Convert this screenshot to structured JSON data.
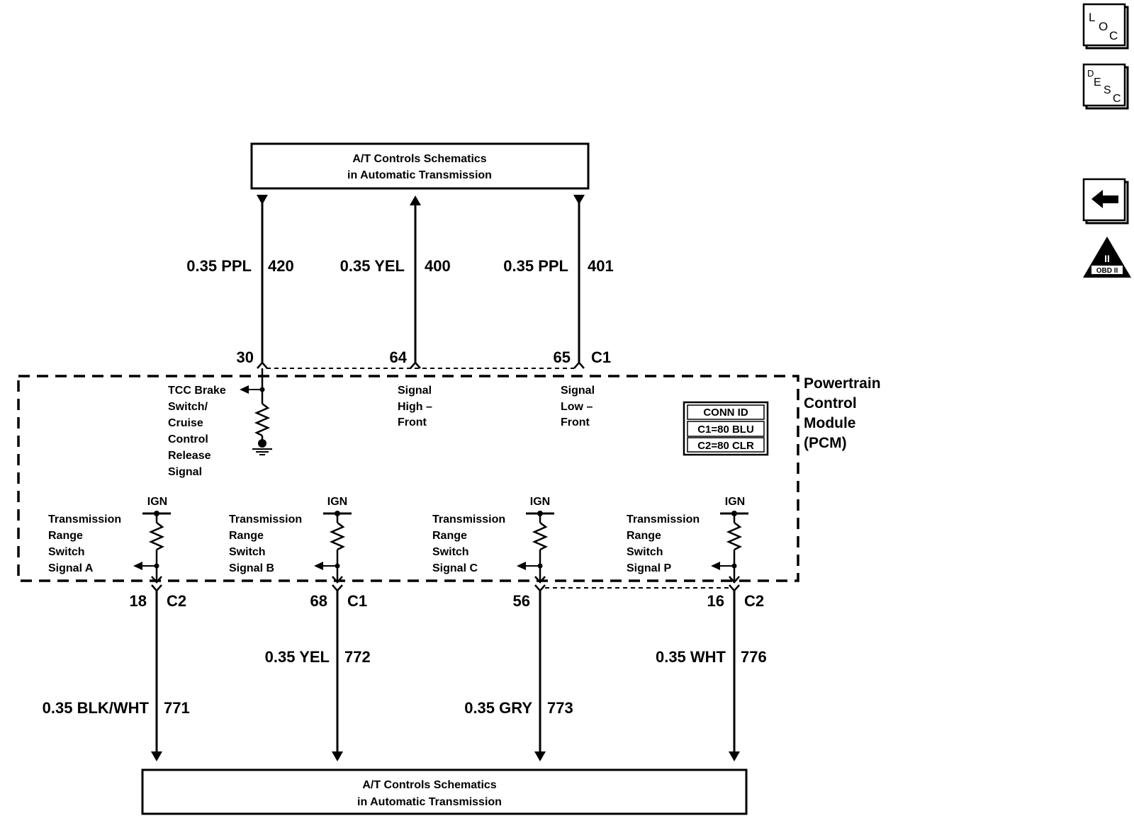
{
  "top_box": {
    "line1": "A/T Controls Schematics",
    "line2": "in Automatic Transmission"
  },
  "bottom_box": {
    "line1": "A/T Controls Schematics",
    "line2": "in Automatic Transmission"
  },
  "pcm": {
    "line1": "Powertrain",
    "line2": "Control",
    "line3": "Module",
    "line4": "(PCM)"
  },
  "conn_id": {
    "title": "CONN ID",
    "c1": "C1=80 BLU",
    "c2": "C2=80 CLR"
  },
  "top_wires": [
    {
      "gauge_color": "0.35 PPL",
      "circuit": "420",
      "pin": "30"
    },
    {
      "gauge_color": "0.35 YEL",
      "circuit": "400",
      "pin": "64"
    },
    {
      "gauge_color": "0.35 PPL",
      "circuit": "401",
      "pin": "65",
      "connector": "C1"
    }
  ],
  "top_signals": {
    "tcc": [
      "TCC Brake",
      "Switch/",
      "Cruise",
      "Control",
      "Release",
      "Signal"
    ],
    "high": [
      "Signal",
      "High –",
      "Front"
    ],
    "low": [
      "Signal",
      "Low –",
      "Front"
    ]
  },
  "range_signals": [
    {
      "ign": "IGN",
      "lines": [
        "Transmission",
        "Range",
        "Switch",
        "Signal A"
      ],
      "pin": "18",
      "connector": "C2"
    },
    {
      "ign": "IGN",
      "lines": [
        "Transmission",
        "Range",
        "Switch",
        "Signal B"
      ],
      "pin": "68",
      "connector": "C1"
    },
    {
      "ign": "IGN",
      "lines": [
        "Transmission",
        "Range",
        "Switch",
        "Signal C"
      ],
      "pin": "56",
      "connector": ""
    },
    {
      "ign": "IGN",
      "lines": [
        "Transmission",
        "Range",
        "Switch",
        "Signal P"
      ],
      "pin": "16",
      "connector": "C2"
    }
  ],
  "bottom_wires": [
    {
      "gauge_color": "0.35 BLK/WHT",
      "circuit": "771"
    },
    {
      "gauge_color": "0.35 YEL",
      "circuit": "772"
    },
    {
      "gauge_color": "0.35 GRY",
      "circuit": "773"
    },
    {
      "gauge_color": "0.35 WHT",
      "circuit": "776"
    }
  ],
  "nav": {
    "loc": {
      "l": "L",
      "o": "O",
      "c": "C"
    },
    "desc": {
      "d": "D",
      "e": "E",
      "s": "S",
      "c": "C"
    },
    "obd": {
      "numeral": "II",
      "label": "OBD II"
    }
  }
}
